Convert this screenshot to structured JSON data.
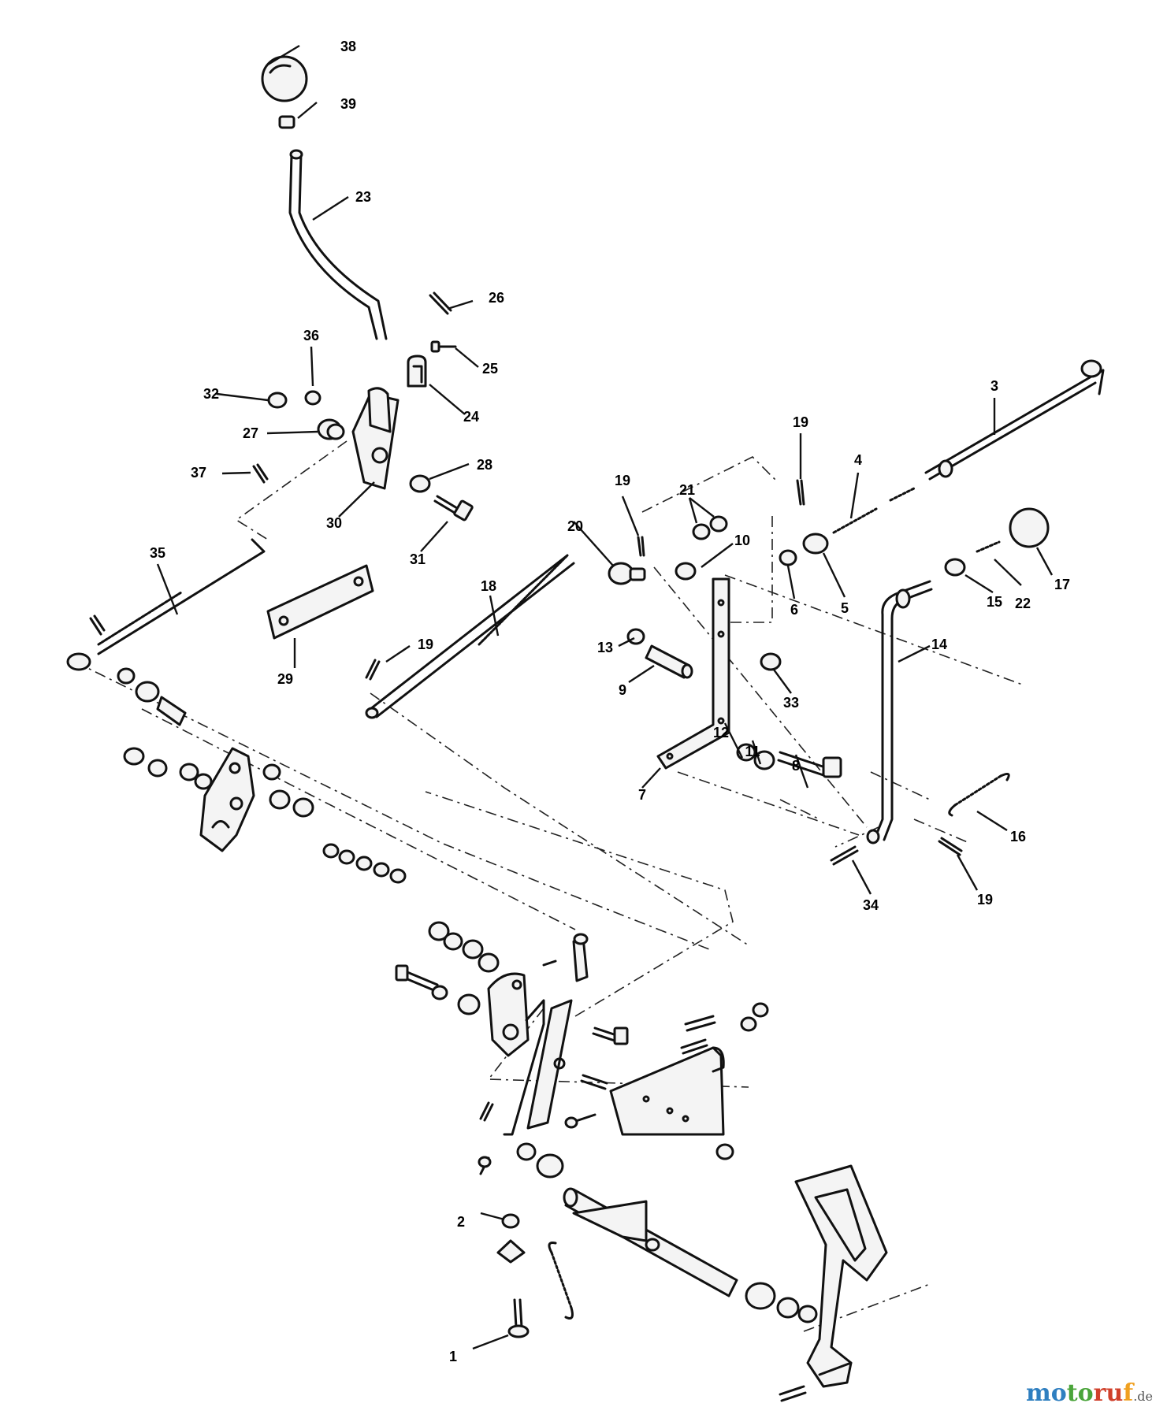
{
  "labels": [
    "1",
    "2",
    "3",
    "4",
    "5",
    "6",
    "7",
    "8",
    "9",
    "10",
    "11",
    "12",
    "13",
    "14",
    "15",
    "16",
    "17",
    "18",
    "19",
    "19",
    "19",
    "19",
    "20",
    "21",
    "22",
    "23",
    "24",
    "25",
    "26",
    "27",
    "28",
    "29",
    "30",
    "31",
    "32",
    "33",
    "34",
    "35",
    "36",
    "37",
    "38",
    "39"
  ],
  "watermark": {
    "parts": [
      "mo",
      "to",
      "ru",
      "f"
    ],
    "tld": ".de"
  },
  "colors": {
    "ink": "#111111",
    "background": "#ffffff",
    "brand_blue": "#2f7fc0",
    "brand_green": "#4aa43a",
    "brand_red": "#d0402b",
    "brand_orange": "#f0a020"
  }
}
